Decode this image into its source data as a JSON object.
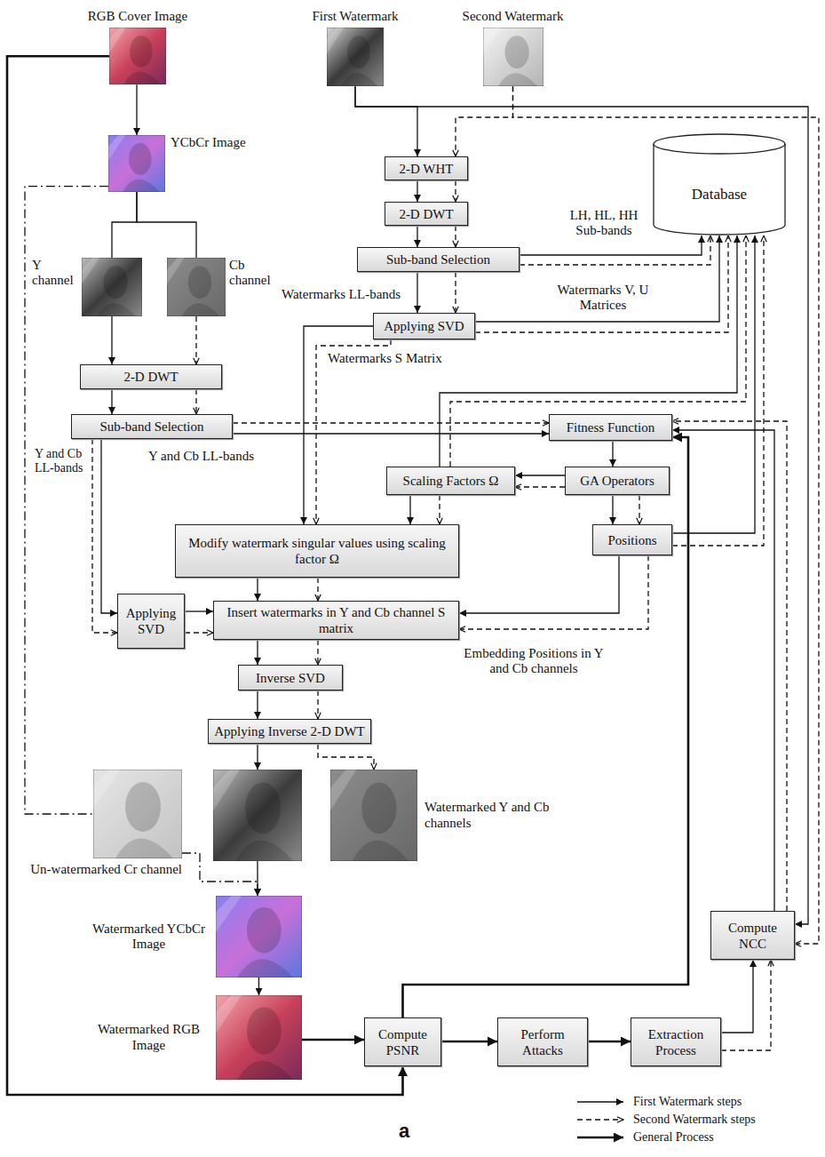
{
  "diagram": {
    "nodes": [
      {
        "text": [
          "RGB Cover Image"
        ]
      },
      {
        "text": [
          "First Watermark"
        ]
      },
      {
        "text": [
          "Second Watermark"
        ]
      },
      {
        "text": [
          "YCbCr Image"
        ]
      },
      {
        "text": [
          "2-D WHT"
        ]
      },
      {
        "text": [
          "Database"
        ]
      },
      {
        "text": [
          "2-D DWT"
        ]
      },
      {
        "text": [
          "Y channel"
        ]
      },
      {
        "text": [
          "Cb channel"
        ]
      },
      {
        "text": [
          "Sub-band Selection"
        ]
      },
      {
        "text": [
          "Applying SVD"
        ]
      },
      {
        "text": [
          "2-D DWT"
        ]
      },
      {
        "text": [
          "Sub-band Selection"
        ]
      },
      {
        "text": [
          "Fitness Function"
        ]
      },
      {
        "text": [
          "Scaling Factors Ω"
        ]
      },
      {
        "text": [
          "GA Operators"
        ]
      },
      {
        "text": [
          "Modify watermark singular values using scaling factor Ω"
        ]
      },
      {
        "text": [
          "Positions"
        ]
      },
      {
        "text": [
          "Applying SVD"
        ]
      },
      {
        "text": [
          "Insert watermarks in Y and Cb channel S matrix"
        ]
      },
      {
        "text": [
          "Inverse SVD"
        ]
      },
      {
        "text": [
          "Applying Inverse 2-D DWT"
        ]
      },
      {
        "text": [
          "Un-watermarked Cr channel"
        ]
      },
      {
        "text": [
          "Watermarked Y and Cb channels"
        ]
      },
      {
        "text": [
          "Watermarked YCbCr Image"
        ]
      },
      {
        "text": [
          "Watermarked RGB Image"
        ]
      },
      {
        "text": [
          "Compute PSNR"
        ]
      },
      {
        "text": [
          "Perform Attacks"
        ]
      },
      {
        "text": [
          "Extraction Process"
        ]
      },
      {
        "text": [
          "Compute NCC"
        ]
      }
    ],
    "edges": [
      {
        "from": 0,
        "to": 3,
        "arrow": "to"
      },
      {
        "from": 3,
        "to": 7,
        "arrow": "none"
      },
      {
        "from": 3,
        "to": 8,
        "arrow": "none"
      },
      {
        "from": 3,
        "to": 22,
        "arrow": "none"
      },
      {
        "from": 1,
        "to": 4,
        "arrow": "to"
      },
      {
        "from": 2,
        "to": 4,
        "arrow": "to"
      },
      {
        "from": 4,
        "to": 6,
        "arrow": "to"
      },
      {
        "from": 4,
        "to": 6,
        "arrow": "to"
      },
      {
        "from": 6,
        "to": 9,
        "arrow": "to"
      },
      {
        "from": 6,
        "to": 9,
        "arrow": "to"
      },
      {
        "from": 9,
        "to": 5,
        "arrow": "to"
      },
      {
        "from": 9,
        "to": 5,
        "arrow": "to"
      },
      {
        "from": 9,
        "to": 10,
        "arrow": "to"
      },
      {
        "from": 9,
        "to": 10,
        "arrow": "to"
      },
      {
        "from": 10,
        "to": 5,
        "arrow": "to"
      },
      {
        "from": 10,
        "to": 5,
        "arrow": "to"
      },
      {
        "from": 10,
        "to": 16,
        "arrow": "to"
      },
      {
        "from": 10,
        "to": 16,
        "arrow": "to"
      },
      {
        "from": 7,
        "to": 11,
        "arrow": "to"
      },
      {
        "from": 8,
        "to": 11,
        "arrow": "to"
      },
      {
        "from": 11,
        "to": 12,
        "arrow": "to"
      },
      {
        "from": 11,
        "to": 12,
        "arrow": "to"
      },
      {
        "from": 12,
        "to": 13,
        "arrow": "to"
      },
      {
        "from": 12,
        "to": 13,
        "arrow": "to"
      },
      {
        "from": 12,
        "to": 18,
        "arrow": "to"
      },
      {
        "from": 12,
        "to": 18,
        "arrow": "to"
      },
      {
        "from": 13,
        "to": 15,
        "arrow": "to"
      },
      {
        "from": 15,
        "to": 14,
        "arrow": "to"
      },
      {
        "from": 15,
        "to": 14,
        "arrow": "to"
      },
      {
        "from": 15,
        "to": 17,
        "arrow": "to"
      },
      {
        "from": 15,
        "to": 17,
        "arrow": "to"
      },
      {
        "from": 14,
        "to": 16,
        "arrow": "to"
      },
      {
        "from": 14,
        "to": 16,
        "arrow": "to"
      },
      {
        "from": 14,
        "to": 5,
        "arrow": "to"
      },
      {
        "from": 14,
        "to": 5,
        "arrow": "to"
      },
      {
        "from": 17,
        "to": 5,
        "arrow": "to"
      },
      {
        "from": 17,
        "to": 5,
        "arrow": "to"
      },
      {
        "from": 17,
        "to": 19,
        "arrow": "to"
      },
      {
        "from": 17,
        "to": 19,
        "arrow": "to"
      },
      {
        "from": 16,
        "to": 19,
        "arrow": "to"
      },
      {
        "from": 16,
        "to": 19,
        "arrow": "to"
      },
      {
        "from": 18,
        "to": 19,
        "arrow": "to"
      },
      {
        "from": 18,
        "to": 19,
        "arrow": "to"
      },
      {
        "from": 19,
        "to": 20,
        "arrow": "to"
      },
      {
        "from": 19,
        "to": 20,
        "arrow": "to"
      },
      {
        "from": 20,
        "to": 21,
        "arrow": "to"
      },
      {
        "from": 20,
        "to": 21,
        "arrow": "to"
      },
      {
        "from": 21,
        "to": 23,
        "arrow": "to"
      },
      {
        "from": 21,
        "to": 23,
        "arrow": "to"
      },
      {
        "from": 22,
        "to": 24,
        "arrow": "to"
      },
      {
        "from": 23,
        "to": 24,
        "arrow": "to"
      },
      {
        "from": 24,
        "to": 25,
        "arrow": "to"
      },
      {
        "from": 25,
        "to": 26,
        "arrow": "to"
      },
      {
        "from": 0,
        "to": 26,
        "arrow": "to"
      },
      {
        "from": 26,
        "to": 27,
        "arrow": "to"
      },
      {
        "from": 27,
        "to": 28,
        "arrow": "to"
      },
      {
        "from": 28,
        "to": 29,
        "arrow": "to"
      },
      {
        "from": 28,
        "to": 29,
        "arrow": "to"
      },
      {
        "from": 26,
        "to": 13,
        "arrow": "to"
      },
      {
        "from": 29,
        "to": 13,
        "arrow": "to"
      },
      {
        "from": 29,
        "to": 13,
        "arrow": "to"
      },
      {
        "from": 1,
        "to": 29,
        "arrow": "to"
      },
      {
        "from": 2,
        "to": 29,
        "arrow": "to"
      }
    ],
    "labels": [
      "LH, HL, HH Sub-bands",
      "Watermarks LL-bands",
      "Watermarks V, U Matrices",
      "Watermarks S Matrix",
      "Y and Cb LL-bands",
      "Y and Cb LL-bands",
      "Embedding Positions in Y and Cb channels",
      "a"
    ],
    "legend": [
      {
        "text": "First Watermark steps"
      },
      {
        "text": "Second Watermark steps"
      },
      {
        "text": "General Process"
      }
    ]
  }
}
